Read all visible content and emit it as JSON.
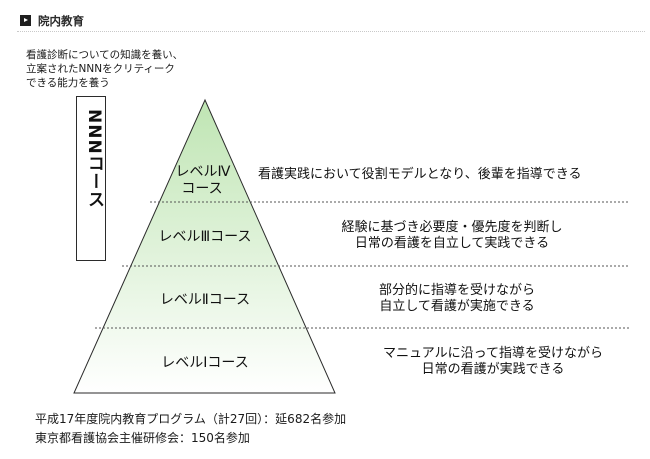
{
  "header": {
    "title": "院内教育"
  },
  "nnn": {
    "caption": [
      "看護診断についての知識を養い、",
      "立案されたNNNをクリティーク",
      "できる能力を養う"
    ],
    "label": "NNNコース"
  },
  "pyramid": {
    "levels": [
      {
        "label": [
          "レベルⅣ",
          "コース"
        ],
        "description": [
          "看護実践において役割モデルとなり、後輩を指導できる"
        ]
      },
      {
        "label": [
          "レベルⅢコース"
        ],
        "description": [
          "経験に基づき必要度・優先度を判断し",
          "日常の看護を自立して実践できる"
        ]
      },
      {
        "label": [
          "レベルⅡコース"
        ],
        "description": [
          "部分的に指導を受けながら",
          "自立して看護が実施できる"
        ]
      },
      {
        "label": [
          "レベルⅠコース"
        ],
        "description": [
          "マニュアルに沿って指導を受けながら",
          "日常の看護が実践できる"
        ]
      }
    ],
    "colors": {
      "top": "#bfe5b3",
      "bottom": "#ffffff",
      "stroke": "#2a2a2a"
    }
  },
  "footer": {
    "lines": [
      "平成17年度院内教育プログラム（計27回）：延682名参加",
      "東京都看護協会主催研修会：150名参加"
    ]
  }
}
